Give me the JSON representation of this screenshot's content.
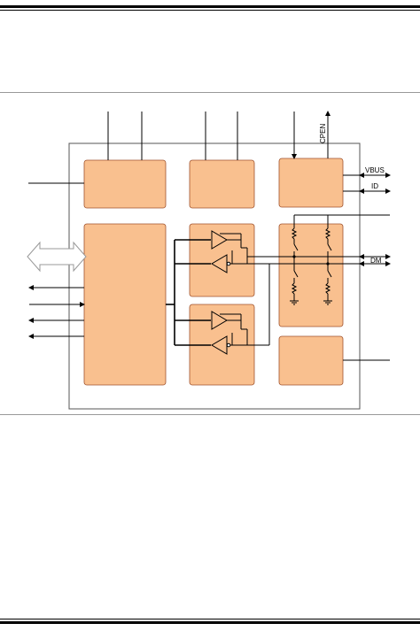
{
  "colors": {
    "block_fill": "#f9c08f",
    "block_stroke": "#a0522d",
    "line": "#000000",
    "chip_border": "#555555"
  },
  "labels": {
    "cpen": "CPEN",
    "vbus": "VBUS",
    "id": "ID",
    "dm": "DM"
  }
}
